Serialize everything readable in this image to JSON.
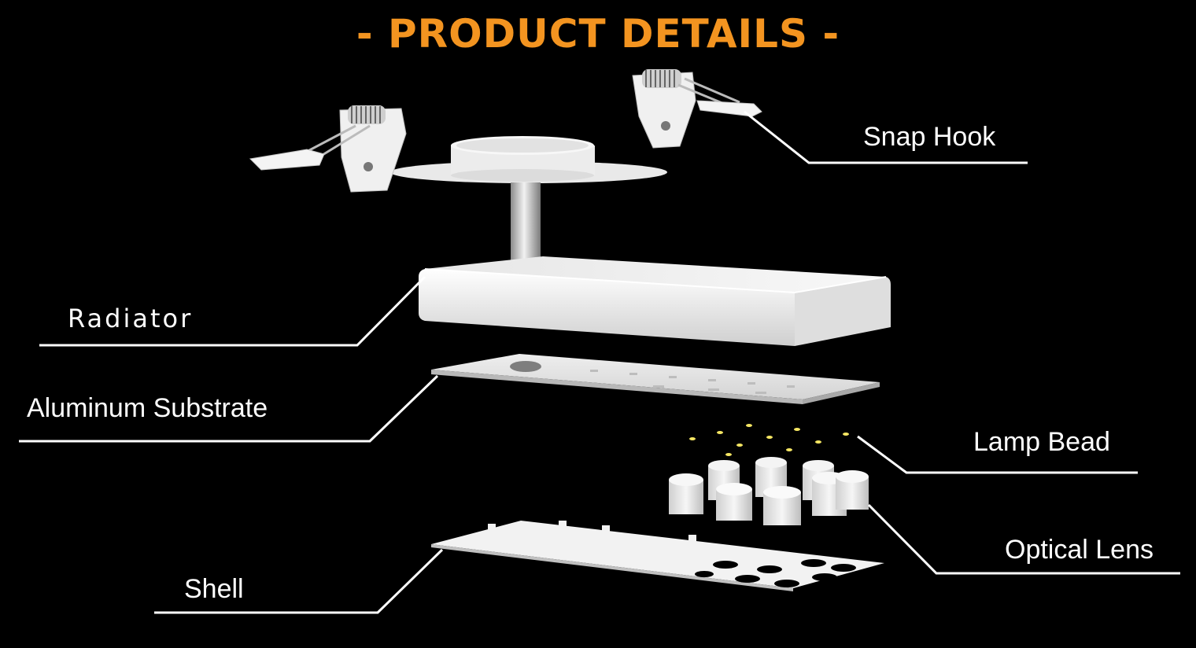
{
  "title": "- PRODUCT DETAILS -",
  "colors": {
    "background": "#000000",
    "title": "#f39420",
    "label": "#ffffff",
    "leader_line": "#ffffff",
    "part_white": "#f2f2f2",
    "lamp_bead": "#f5e663"
  },
  "components": [
    {
      "id": "snap-hook",
      "label": "Snap Hook"
    },
    {
      "id": "radiator",
      "label": "Radiator"
    },
    {
      "id": "aluminum-substrate",
      "label": "Aluminum Substrate"
    },
    {
      "id": "lamp-bead",
      "label": "Lamp Bead"
    },
    {
      "id": "optical-lens",
      "label": "Optical Lens"
    },
    {
      "id": "shell",
      "label": "Shell"
    }
  ]
}
